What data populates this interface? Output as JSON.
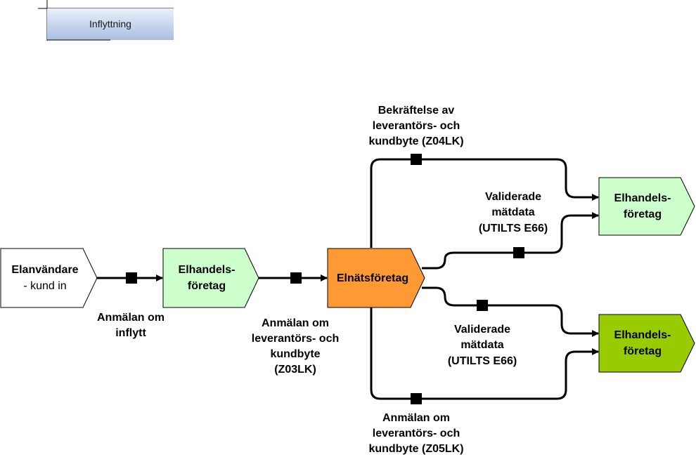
{
  "header": {
    "tab_label": "Inflyttning"
  },
  "nodes": {
    "elanvandare": {
      "line1": "Elanvändare",
      "line2": "- kund in",
      "fill": "#ffffff"
    },
    "elhandel_left": {
      "line1": "Elhandels-",
      "line2": "företag",
      "fill": "#ccffcc"
    },
    "elnat": {
      "line1": "Elnätsföretag",
      "fill": "#ff9933"
    },
    "elhandel_top": {
      "line1": "Elhandels-",
      "line2": "företag",
      "fill": "#ccffcc"
    },
    "elhandel_bottom": {
      "line1": "Elhandels-",
      "line2": "företag",
      "fill": "#99cc00"
    }
  },
  "edges": {
    "inflytt": {
      "line1": "Anmälan om",
      "line2": "inflytt"
    },
    "z03lk": {
      "line1": "Anmälan om",
      "line2": "leverantörs- och",
      "line3": "kundbyte",
      "line4": "(Z03LK)"
    },
    "z04lk": {
      "line1": "Bekräftelse av",
      "line2": "leverantörs- och",
      "line3": "kundbyte (Z04LK)"
    },
    "utilts_top": {
      "line1": "Validerade",
      "line2": "mätdata",
      "line3": "(UTILTS E66)"
    },
    "utilts_bottom": {
      "line1": "Validerade",
      "line2": "mätdata",
      "line3": "(UTILTS E66)"
    },
    "z05lk": {
      "line1": "Anmälan om",
      "line2": "leverantörs- och",
      "line3": "kundbyte (Z05LK)"
    }
  },
  "colors": {
    "line": "#000000",
    "header_gradient_top": "#e6eef9",
    "header_gradient_bottom": "#aabfe0"
  }
}
